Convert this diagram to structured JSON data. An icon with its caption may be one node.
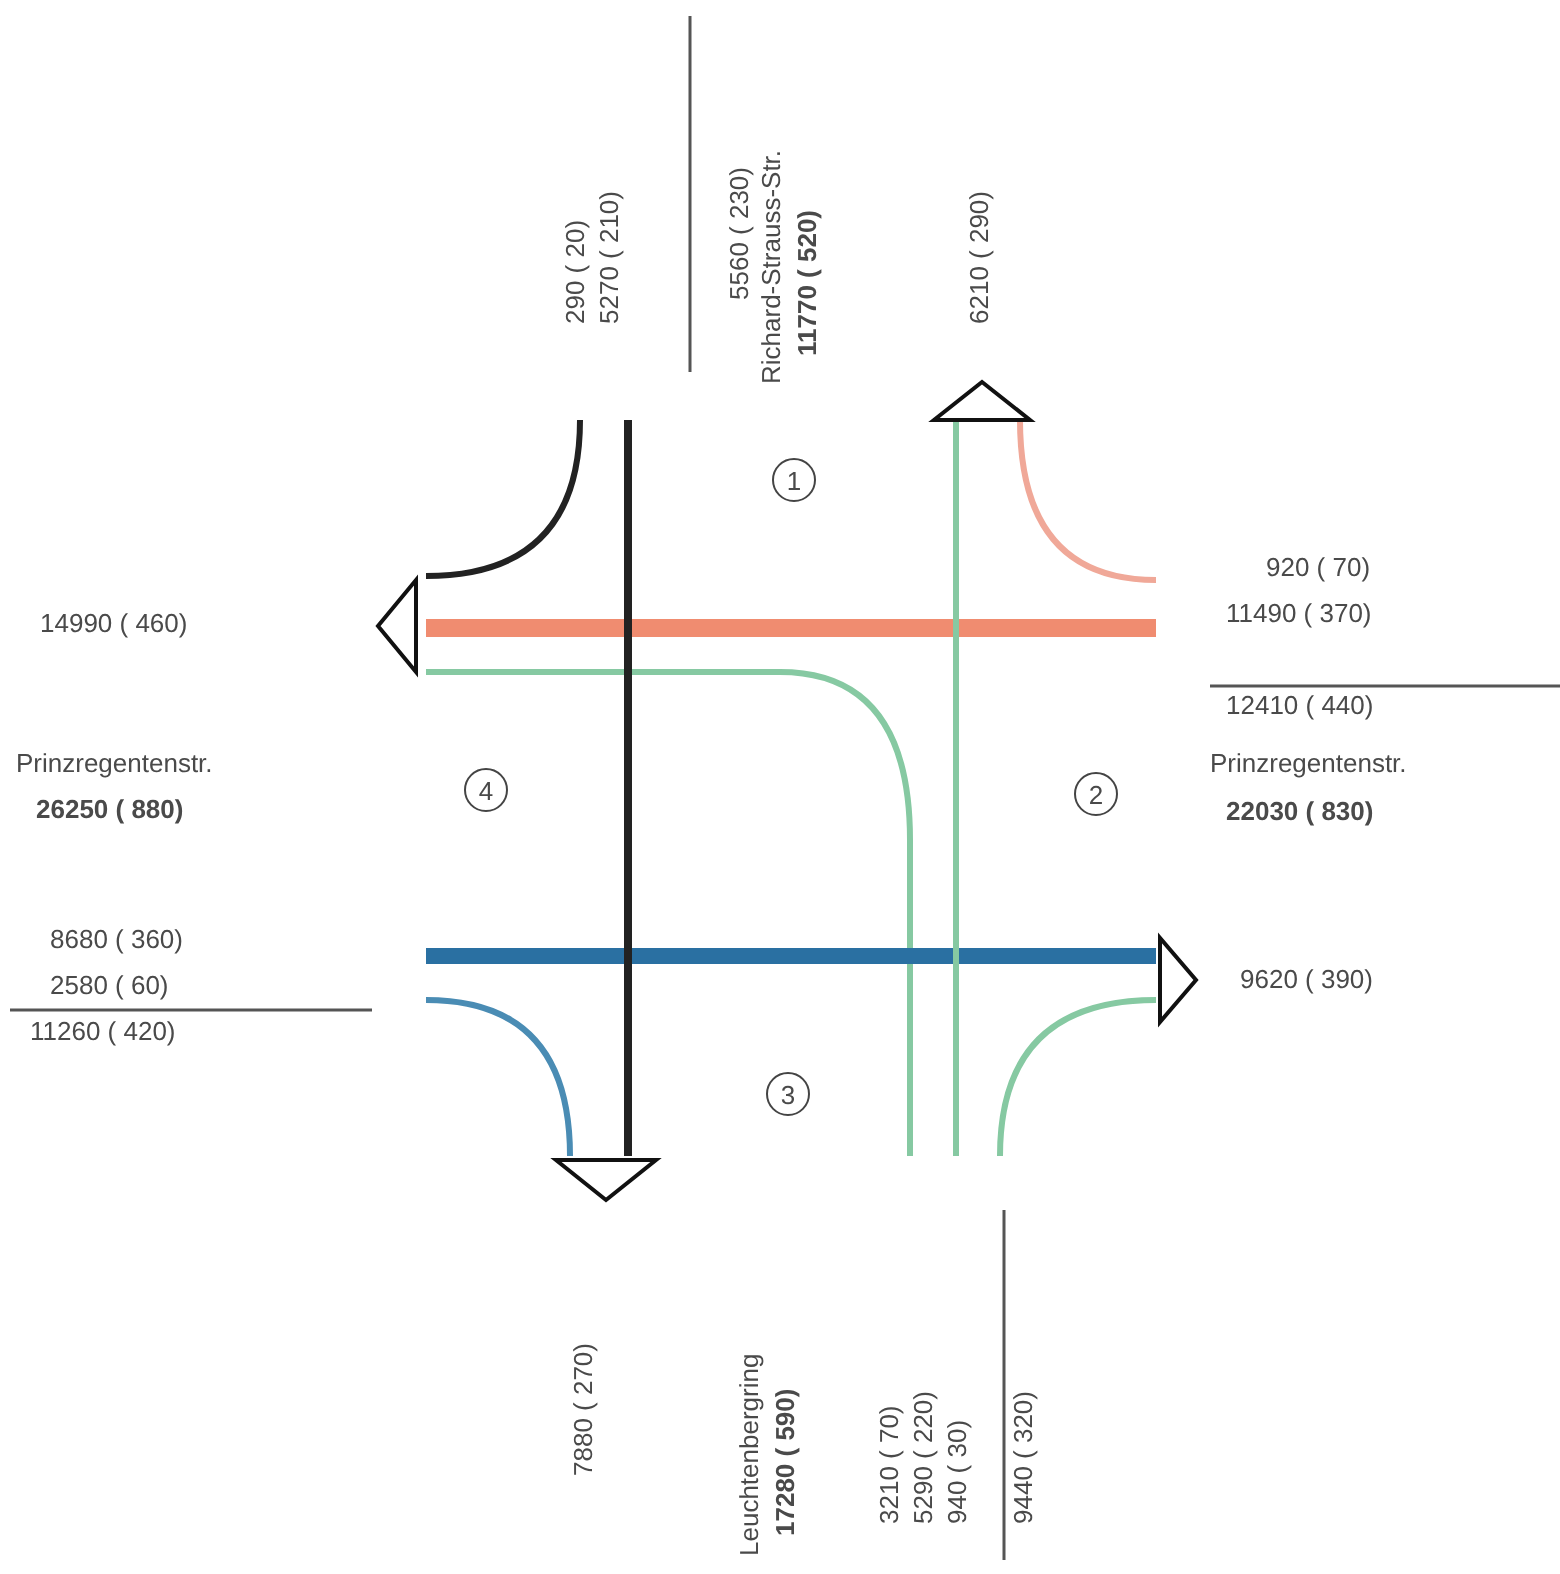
{
  "diagram": {
    "nodes": [
      {
        "text": [
          "1"
        ]
      },
      {
        "text": [
          "4"
        ]
      },
      {
        "text": [
          "2"
        ]
      },
      {
        "text": [
          "3"
        ]
      }
    ],
    "labels": [
      "290 ( 20)",
      "5270 ( 210)",
      "5560 ( 230)",
      "Richard-Strauss-Str.",
      "11770 ( 520)",
      "6210 ( 290)",
      "920 ( 70)",
      "11490 ( 370)",
      "14990 ( 460)",
      "12410 ( 440)",
      "Prinzregentenstr.",
      "26250 ( 880)",
      "Prinzregentenstr.",
      "22030 ( 830)",
      "8680 ( 360)",
      "2580 ( 60)",
      "9620 ( 390)",
      "11260 ( 420)",
      "7880 ( 270)",
      "Leuchtenbergring",
      "17280 ( 590)",
      "3210 ( 70)",
      "5290 ( 220)",
      "940 ( 30)",
      "9440 ( 320)"
    ]
  }
}
